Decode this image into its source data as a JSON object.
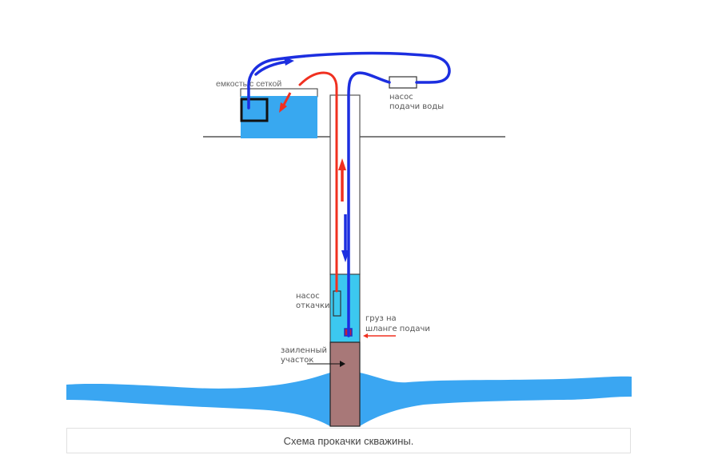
{
  "diagram": {
    "labels": {
      "tank": "емкость с сеткой",
      "supply_pump_line1": "насос",
      "supply_pump_line2": "подачи воды",
      "drain_pump_line1": "насос",
      "drain_pump_line2": "откачки",
      "weight_line1": "груз на",
      "weight_line2": "шланге подачи",
      "silt_line1": "заиленный",
      "silt_line2": "участок"
    },
    "colors": {
      "water": "#38a8f0",
      "well_water": "#3cc8f0",
      "aquifer": "#3aa6f2",
      "silt": "#a87878",
      "supply_hose": "#1c2ee0",
      "drain_hose": "#f03020",
      "outline": "#333333"
    }
  },
  "caption": {
    "text": "Схема прокачки скважины."
  }
}
